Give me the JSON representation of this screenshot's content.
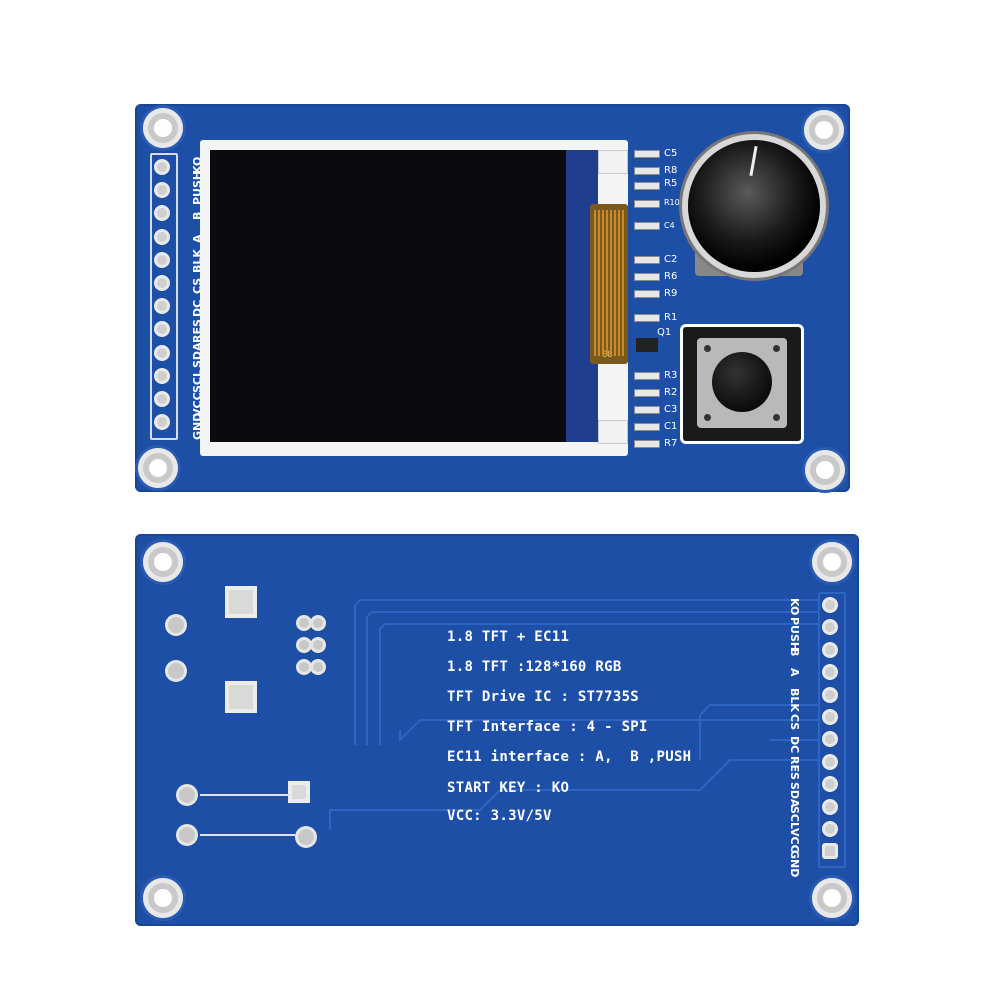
{
  "front": {
    "header_labels": [
      "GND",
      "VCC",
      "SCL",
      "SDA",
      "RES",
      "DC",
      "CS",
      "BLK",
      "A",
      "B",
      "PUSH",
      "KO"
    ],
    "lcd_flex_label": "08",
    "component_labels": [
      "C5",
      "R8",
      "R5",
      "R10",
      "C4",
      "C2",
      "R6",
      "R9",
      "R1",
      "Q1",
      "R3",
      "R2",
      "C3",
      "C1",
      "R7"
    ]
  },
  "back": {
    "header_labels": [
      "KO",
      "PUSH",
      "B",
      "A",
      "BLK",
      "CS",
      "DC",
      "RES",
      "SDA",
      "SCL",
      "VCC",
      "GND"
    ],
    "specs": {
      "line1": "1.8 TFT + EC11",
      "line2": "1.8 TFT :128*160 RGB",
      "line3": "TFT Drive IC : ST7735S",
      "line4": "TFT Interface : 4 - SPI",
      "line5": "EC11 interface : A,  B ,PUSH",
      "line6": "START KEY : KO",
      "line7": "VCC: 3.3V/5V"
    }
  },
  "colors": {
    "pcb": "#1d4fa6",
    "silkscreen": "#ffffff",
    "lcd": "#0b0b0f"
  }
}
